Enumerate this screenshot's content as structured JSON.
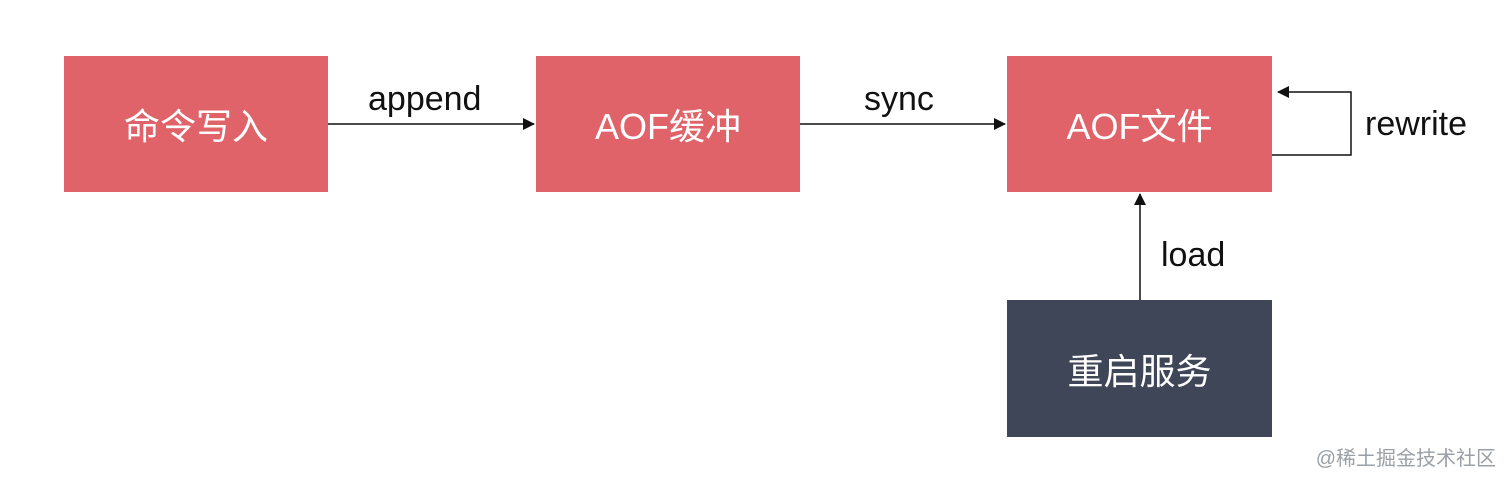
{
  "nodes": {
    "command_write": "命令写入",
    "aof_buffer": "AOF缓冲",
    "aof_file": "AOF文件",
    "restart_service": "重启服务"
  },
  "edges": {
    "append": "append",
    "sync": "sync",
    "rewrite": "rewrite",
    "load": "load"
  },
  "watermark": "@稀土掘金技术社区",
  "colors": {
    "node_primary": "#e0636a",
    "node_secondary": "#3f4658",
    "arrow": "#111111"
  }
}
